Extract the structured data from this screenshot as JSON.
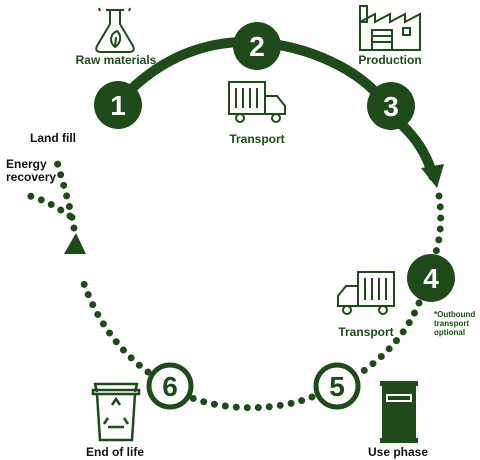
{
  "colors": {
    "green": "#1f4a1a",
    "text": "#111111",
    "background": "#ffffff"
  },
  "steps": [
    {
      "number": "1",
      "label": "Raw materials",
      "icon": "flask-leaf-icon",
      "style": "filled"
    },
    {
      "number": "2",
      "label": "Transport",
      "icon": "truck-icon",
      "style": "filled"
    },
    {
      "number": "3",
      "label": "Production",
      "icon": "factory-icon",
      "style": "filled"
    },
    {
      "number": "4",
      "label": "Transport",
      "icon": "truck-icon",
      "style": "filled"
    },
    {
      "number": "5",
      "label": "Use phase",
      "icon": "barrel-icon",
      "style": "outline"
    },
    {
      "number": "6",
      "label": "End of life",
      "icon": "recycle-bin-icon",
      "style": "outline"
    }
  ],
  "note": [
    "*Outbound",
    "transport",
    "optional"
  ],
  "branches": {
    "landfill": "Land fill",
    "energy_recovery": [
      "Energy",
      "recovery"
    ]
  }
}
